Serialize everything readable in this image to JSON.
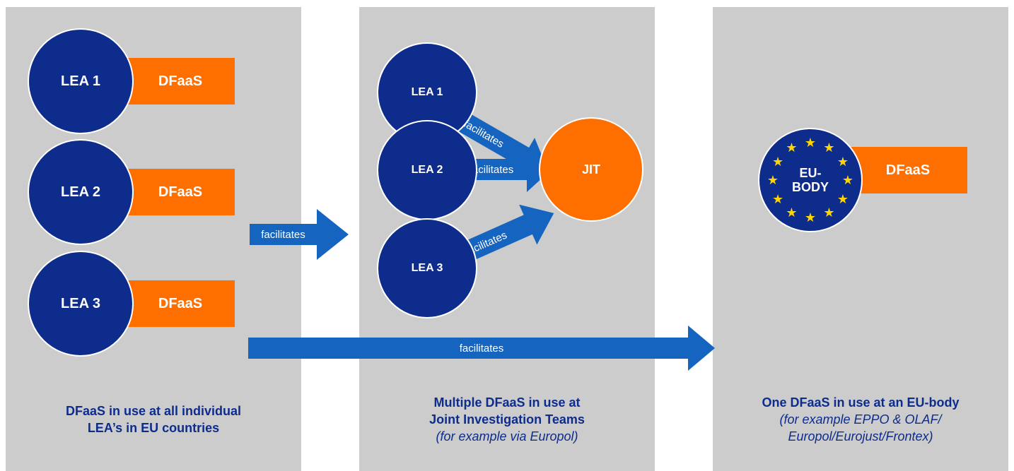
{
  "panel1": {
    "leas": [
      "LEA 1",
      "LEA 2",
      "LEA 3"
    ],
    "service": "DFaaS",
    "caption_lines": [
      "DFaaS in use at all individual",
      "LEA’s in EU countries"
    ]
  },
  "panel2": {
    "leas": [
      "LEA 1",
      "LEA 2",
      "LEA 3"
    ],
    "target": "JIT",
    "caption_bold_lines": [
      "Multiple DFaaS in use at",
      "Joint Investigation Teams"
    ],
    "caption_italic": "(for example via Europol)"
  },
  "panel3": {
    "emblem_lines": [
      "EU-",
      "BODY"
    ],
    "service": "DFaaS",
    "caption_bold": "One DFaaS in use at an EU-body",
    "caption_italic_lines": [
      "(for example EPPO & OLAF/",
      "Europol/Eurojust/Frontex)"
    ]
  },
  "arrow_label": "facilitates",
  "star_glyph": "★",
  "colors": {
    "panel_bg": "#cccccc",
    "lea_blue": "#0d2c8c",
    "arrow_blue": "#1565c0",
    "orange": "#ff6f00",
    "star_yellow": "#ffd400"
  }
}
